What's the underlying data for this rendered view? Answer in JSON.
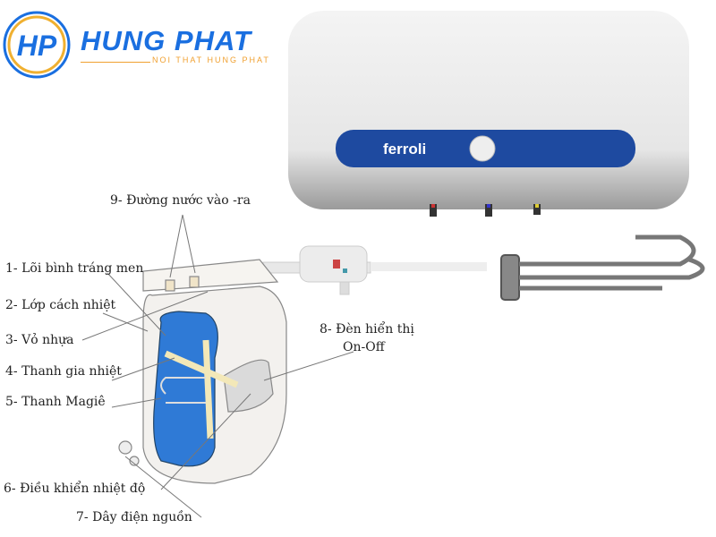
{
  "logo": {
    "mark": "HP",
    "name": "HUNG PHAT",
    "tagline": "NOI THAT HUNG PHAT"
  },
  "product": {
    "brand": "ferroli"
  },
  "labels": [
    "9- Đường nước vào -ra",
    "1- Lõi bình tráng men",
    "2- Lớp cách nhiệt",
    "3- Vỏ nhựa",
    "4- Thanh gia nhiệt",
    "5- Thanh Magiê",
    "8- Đèn hiển thị",
    "On-Off",
    "6- Điều khiển nhiệt độ",
    "7- Dây điện nguồn"
  ]
}
